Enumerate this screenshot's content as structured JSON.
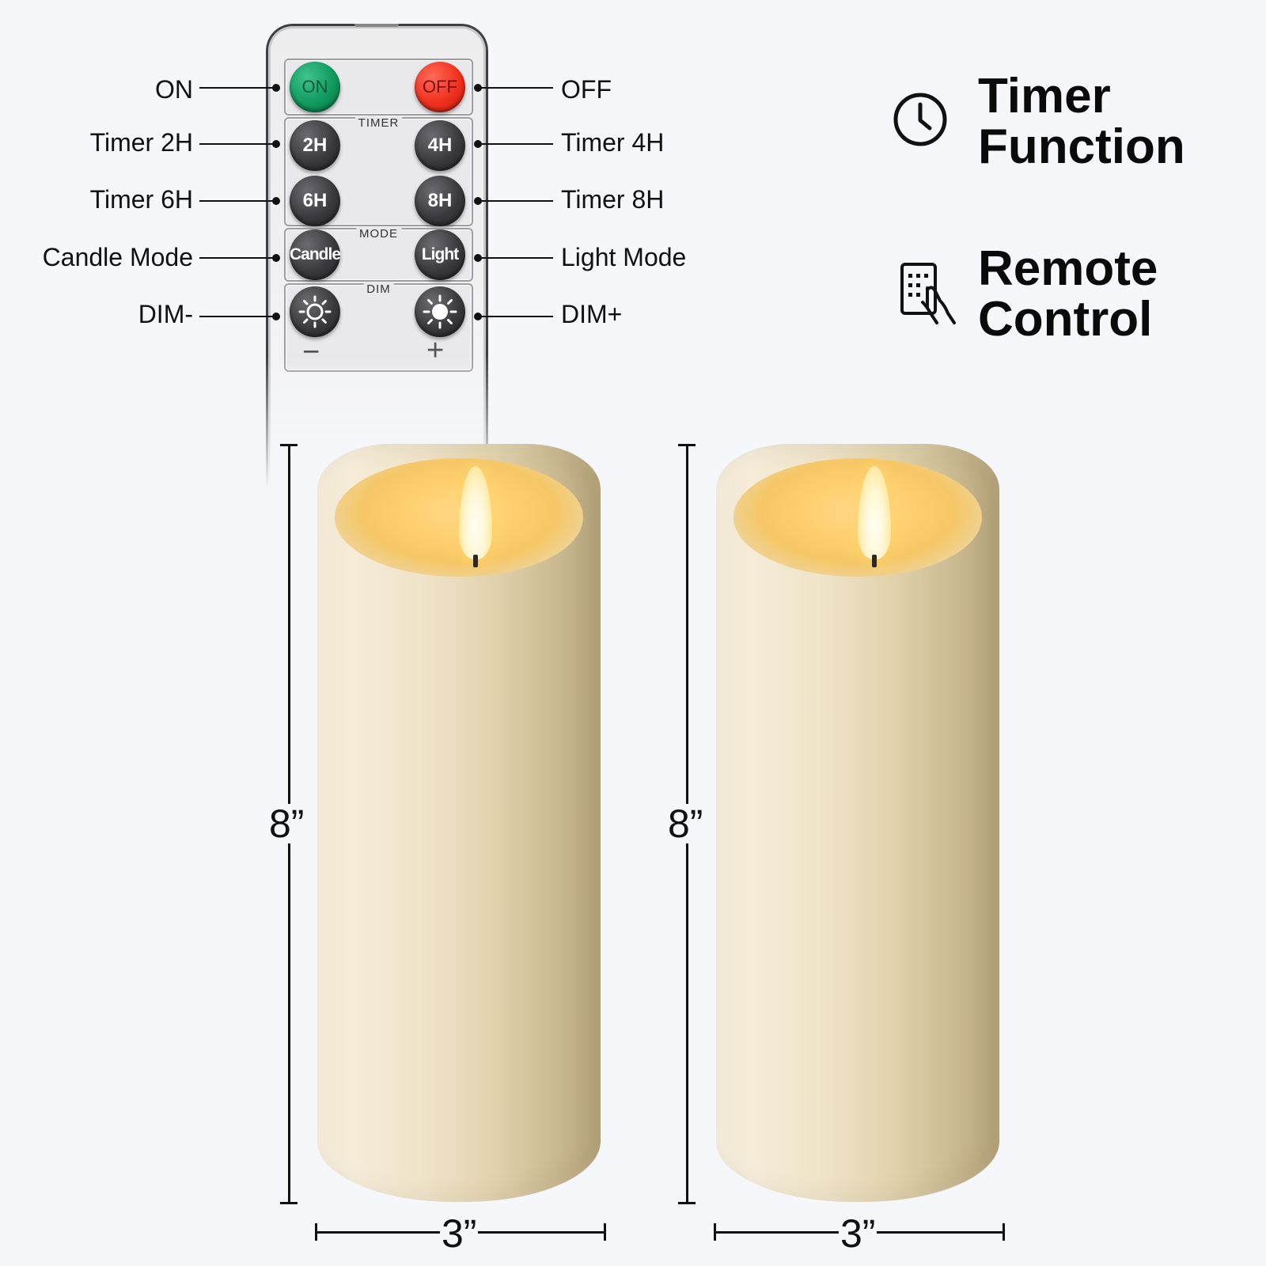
{
  "remote": {
    "on_label": "ON",
    "off_label": "OFF",
    "timer_header": "TIMER",
    "mode_header": "MODE",
    "dim_header": "DIM",
    "btn_2h": "2H",
    "btn_4h": "4H",
    "btn_6h": "6H",
    "btn_8h": "8H",
    "btn_candle": "Candle",
    "btn_light": "Light",
    "minus": "−",
    "plus": "+"
  },
  "callouts": {
    "on": "ON",
    "off": "OFF",
    "timer_2h": "Timer 2H",
    "timer_4h": "Timer 4H",
    "timer_6h": "Timer 6H",
    "timer_8h": "Timer 8H",
    "candle_mode": "Candle Mode",
    "light_mode": "Light Mode",
    "dim_minus": "DIM-",
    "dim_plus": "DIM+"
  },
  "features": {
    "timer_line1": "Timer",
    "timer_line2": "Function",
    "remote_line1": "Remote",
    "remote_line2": "Control"
  },
  "dimensions": {
    "height": "8”",
    "width": "3”"
  },
  "colors": {
    "on_button": "#0f9a5e",
    "off_button": "#f0301e",
    "candle_ivory": "#efe3c8"
  },
  "icons": [
    "clock-icon",
    "remote-hand-icon",
    "dim-low-sun-icon",
    "dim-high-sun-icon"
  ]
}
